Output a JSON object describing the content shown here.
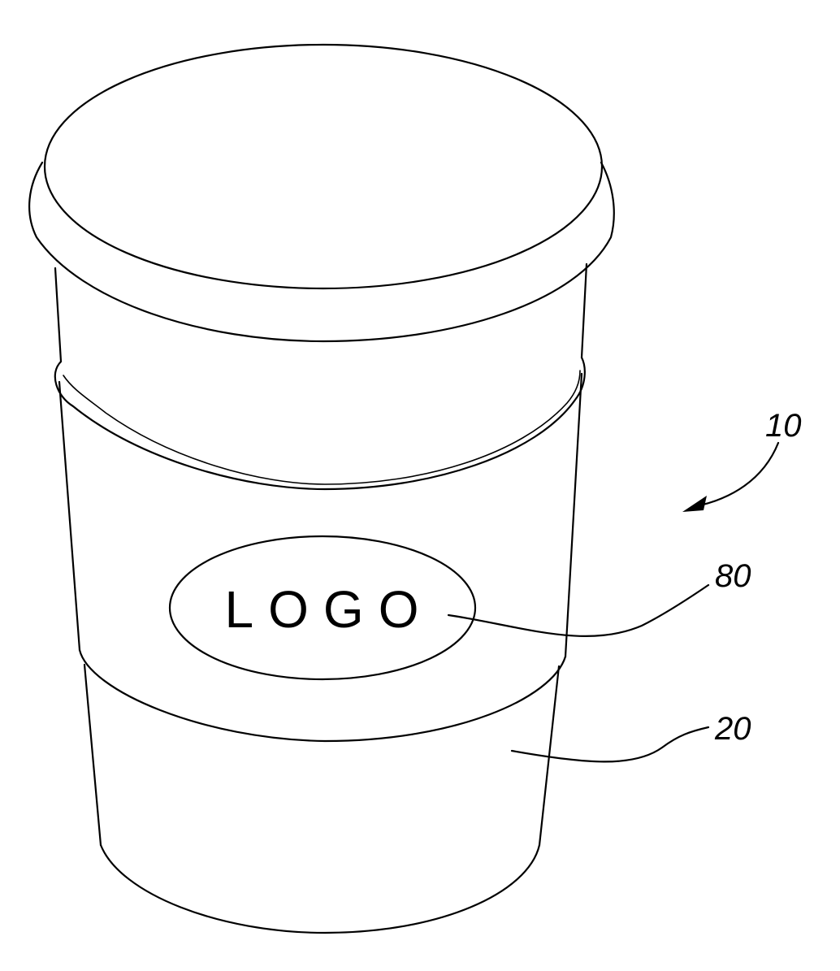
{
  "figure": {
    "logo_text": "LOGO",
    "reference_numerals": {
      "cup_assembly": "10",
      "logo": "80",
      "cup": "20"
    }
  },
  "colors": {
    "line": "#000000",
    "background": "#ffffff"
  }
}
